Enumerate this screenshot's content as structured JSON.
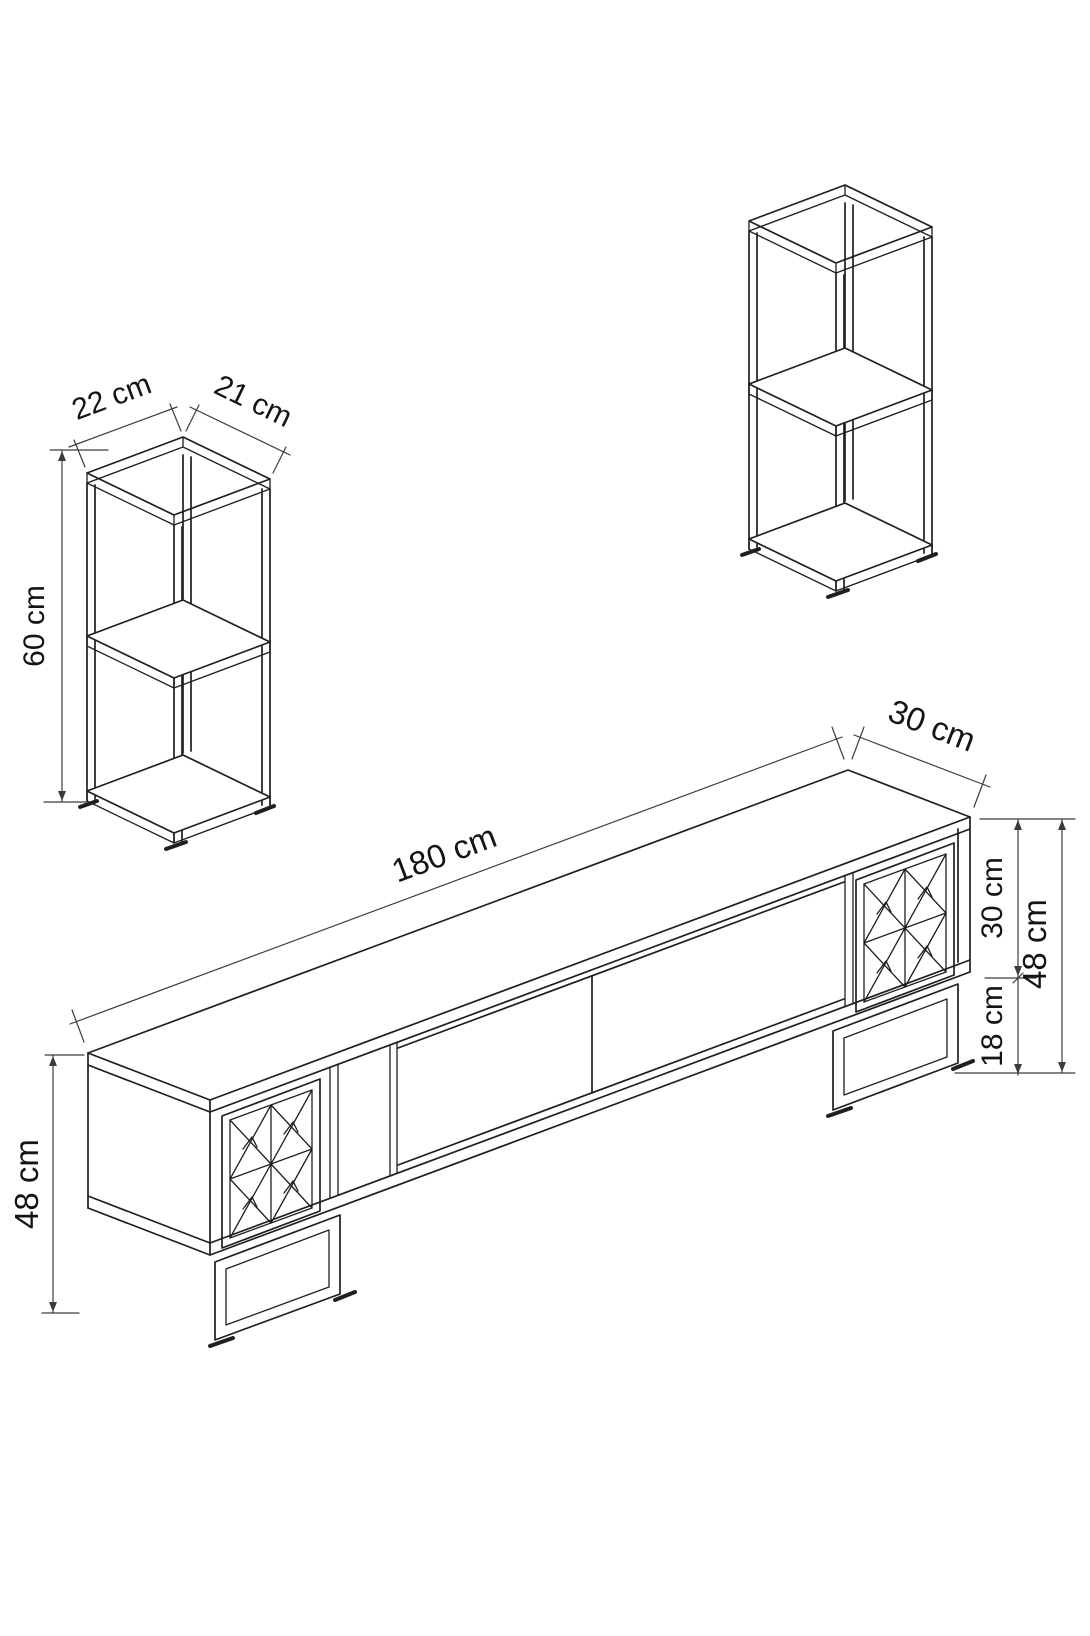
{
  "drawing": {
    "side_towers": {
      "count": 2,
      "labels": {
        "width_label": "22 cm",
        "depth_label": "21 cm",
        "height_label": "60 cm"
      }
    },
    "tv_stand": {
      "labels": {
        "length_label": "180 cm",
        "depth_label": "30 cm",
        "carcass_height_label": "30 cm",
        "leg_height_label": "18 cm",
        "total_height_right_label": "48 cm",
        "total_height_left_label": "48 cm"
      }
    },
    "colors": {
      "background": "#ffffff",
      "object_line": "#1f1f1f",
      "dimension_line": "#3c3c3c",
      "label_text": "#141414"
    }
  }
}
